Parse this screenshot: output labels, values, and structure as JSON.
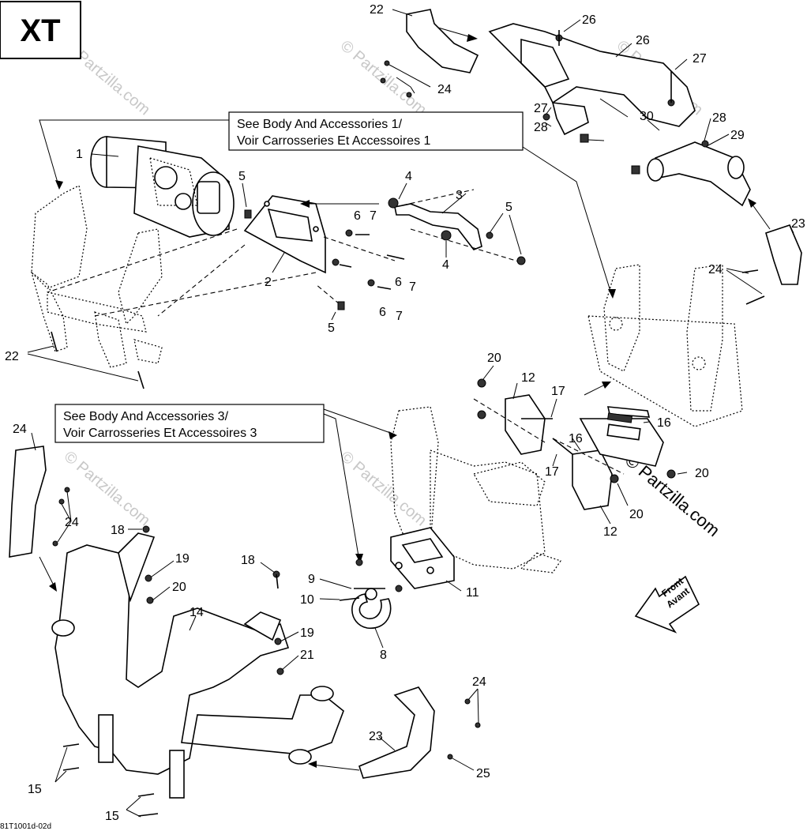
{
  "badge": {
    "text": "XT"
  },
  "notes": {
    "body1_line1": "See Body And Accessories 1/",
    "body1_line2": "Voir Carrosseries Et Accessoires 1",
    "body3_line1": "See Body And Accessories 3/",
    "body3_line2": "Voir Carrosseries Et Accessoires 3"
  },
  "front_arrow": {
    "line1": "Front",
    "line2": "Avant"
  },
  "watermark": {
    "text": "© Partzilla.com"
  },
  "drawing_code": "81T1001d-02d",
  "callouts": [
    "1",
    "2",
    "3",
    "4",
    "4",
    "5",
    "5",
    "5",
    "6",
    "6",
    "6",
    "7",
    "7",
    "7",
    "8",
    "9",
    "10",
    "11",
    "12",
    "12",
    "14",
    "15",
    "15",
    "16",
    "16",
    "17",
    "17",
    "18",
    "18",
    "19",
    "19",
    "20",
    "20",
    "20",
    "20",
    "21",
    "22",
    "22",
    "23",
    "23",
    "24",
    "24",
    "24",
    "24",
    "24",
    "25",
    "26",
    "26",
    "27",
    "27",
    "28",
    "28",
    "29",
    "30"
  ]
}
